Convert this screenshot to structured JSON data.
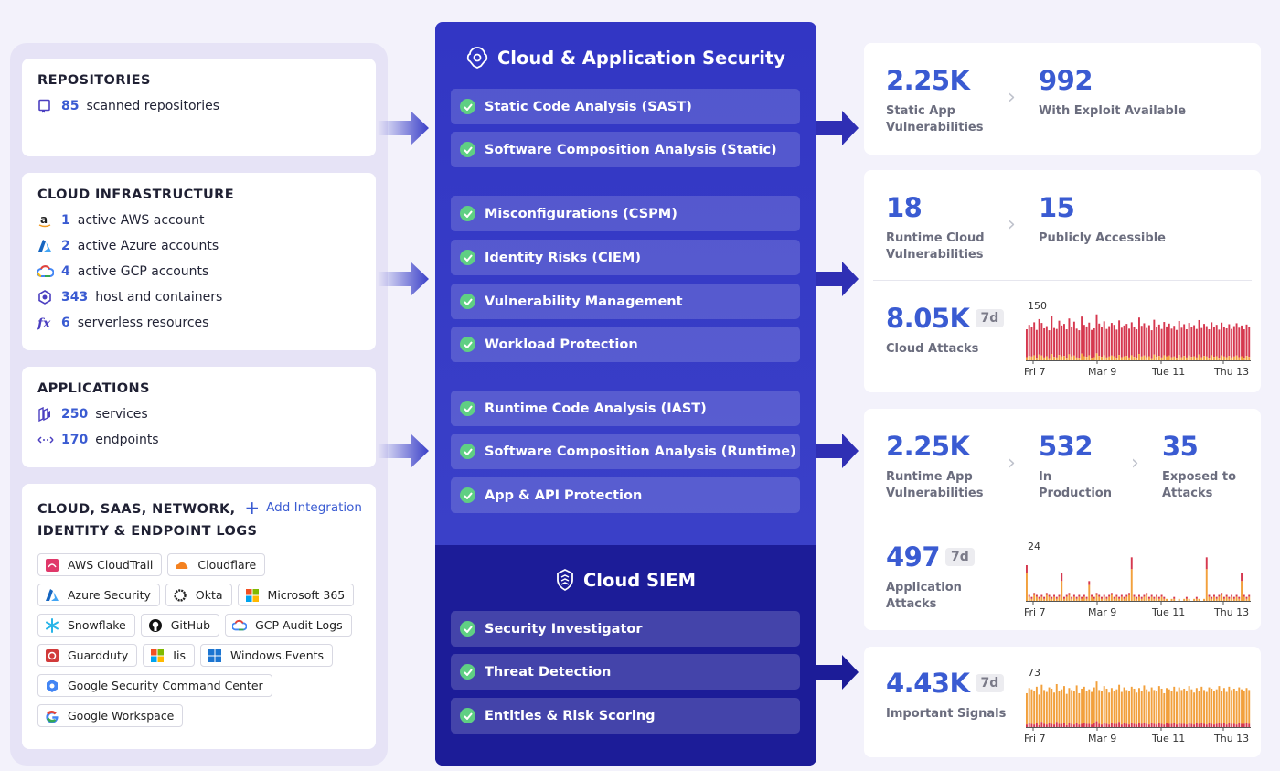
{
  "sources": {
    "repositories": {
      "title": "REPOSITORIES",
      "items": [
        {
          "icon": "repo-icon",
          "count": "85",
          "label": "scanned repositories"
        }
      ]
    },
    "cloud": {
      "title": "CLOUD INFRASTRUCTURE",
      "items": [
        {
          "icon": "aws-icon",
          "count": "1",
          "label": "active AWS account"
        },
        {
          "icon": "azure-icon",
          "count": "2",
          "label": "active Azure accounts"
        },
        {
          "icon": "gcp-icon",
          "count": "4",
          "label": "active GCP accounts"
        },
        {
          "icon": "container-icon",
          "count": "343",
          "label": "host and containers"
        },
        {
          "icon": "function-icon",
          "count": "6",
          "label": "serverless resources"
        }
      ]
    },
    "applications": {
      "title": "APPLICATIONS",
      "items": [
        {
          "icon": "services-icon",
          "count": "250",
          "label": "services"
        },
        {
          "icon": "endpoints-icon",
          "count": "170",
          "label": "endpoints"
        }
      ]
    },
    "logs": {
      "title_line1": "CLOUD, SAAS, NETWORK,",
      "title_line2": "IDENTITY & ENDPOINT LOGS",
      "add_label": "Add Integration",
      "chips": [
        "AWS CloudTrail",
        "Cloudflare",
        "Azure Security",
        "Okta",
        "Microsoft 365",
        "Snowflake",
        "GitHub",
        "GCP Audit Logs",
        "Guardduty",
        "Iis",
        "Windows.Events",
        "Google Security Command Center",
        "Google Workspace"
      ]
    }
  },
  "cas": {
    "title": "Cloud & Application Security",
    "features": [
      "Static Code Analysis (SAST)",
      "Software Composition Analysis (Static)",
      "Misconfigurations (CSPM)",
      "Identity Risks (CIEM)",
      "Vulnerability Management",
      "Workload Protection",
      "Runtime Code Analysis (IAST)",
      "Software Composition Analysis (Runtime)",
      "App & API Protection"
    ]
  },
  "siem": {
    "title": "Cloud SIEM",
    "features": [
      "Security Investigator",
      "Threat Detection",
      "Entities & Risk Scoring"
    ]
  },
  "metrics": {
    "static_app": {
      "value": "2.25K",
      "label_line1": "Static App",
      "label_line2": "Vulnerabilities"
    },
    "exploit": {
      "value": "992",
      "label": "With Exploit Available"
    },
    "runtime_cloud": {
      "value": "18",
      "label_line1": "Runtime Cloud",
      "label_line2": "Vulnerabilities"
    },
    "public": {
      "value": "15",
      "label": "Publicly Accessible"
    },
    "cloud_attacks": {
      "value": "8.05K",
      "badge": "7d",
      "label": "Cloud Attacks"
    },
    "runtime_app": {
      "value": "2.25K",
      "label_line1": "Runtime App",
      "label_line2": "Vulnerabilities"
    },
    "in_prod": {
      "value": "532",
      "label_line1": "In",
      "label_line2": "Production"
    },
    "exposed": {
      "value": "35",
      "label_line1": "Exposed to",
      "label_line2": "Attacks"
    },
    "app_attacks": {
      "value": "497",
      "badge": "7d",
      "label_line1": "Application",
      "label_line2": "Attacks"
    },
    "signals": {
      "value": "4.43K",
      "badge": "7d",
      "label": "Important Signals"
    }
  },
  "colors": {
    "accent": "#3a5bd2",
    "panel": "#3236c4",
    "siem": "#1c1c98",
    "check": "#5fcf83",
    "bar_red": "#d6384f",
    "bar_orange": "#f2a03c"
  },
  "chart_data": [
    {
      "type": "bar",
      "name": "cloud_attacks",
      "ymax_label": "150",
      "ymax": 150,
      "xticks": [
        "Fri 7",
        "Mar 9",
        "Tue 11",
        "Thu 13"
      ],
      "series": [
        {
          "values": [
            98,
            112,
            105,
            120,
            96,
            130,
            118,
            101,
            108,
            95,
            140,
            102,
            99,
            125,
            110,
            115,
            98,
            132,
            106,
            122,
            100,
            95,
            138,
            112,
            107,
            119,
            96,
            101,
            145,
            116,
            104,
            123,
            99,
            108,
            118,
            112,
            97,
            126,
            103,
            110,
            115,
            100,
            120,
            106,
            98,
            135,
            109,
            117,
            102,
            111,
            95,
            128,
            104,
            113,
            99,
            121,
            107,
            116,
            100,
            109,
            96,
            124,
            103,
            114,
            98,
            118,
            105,
            111,
            99,
            127,
            102,
            115,
            108,
            98,
            120,
            104,
            112,
            97,
            119,
            106,
            101,
            114,
            99,
            108,
            117,
            103,
            110,
            98,
            113,
            105
          ]
        },
        {
          "values": [
            10,
            14,
            12,
            16,
            8,
            18,
            15,
            9,
            13,
            7,
            20,
            11,
            9,
            17,
            12,
            14,
            8,
            19,
            12,
            15,
            9,
            8,
            21,
            13,
            11,
            16,
            8,
            10,
            22,
            14,
            11,
            16,
            9,
            12,
            15,
            13,
            8,
            17,
            10,
            12,
            14,
            9,
            16,
            11,
            8,
            20,
            12,
            15,
            10,
            13,
            7,
            18,
            11,
            14,
            9,
            16,
            12,
            15,
            10,
            12,
            8,
            17,
            10,
            14,
            9,
            15,
            11,
            13,
            9,
            18,
            10,
            14,
            12,
            8,
            16,
            11,
            13,
            8,
            15,
            12,
            10,
            14,
            9,
            12,
            15,
            10,
            13,
            8,
            14,
            11
          ]
        }
      ]
    },
    {
      "type": "bar",
      "name": "application_attacks",
      "ymax_label": "24",
      "ymax": 24,
      "xticks": [
        "Fri 7",
        "Mar 9",
        "Tue 11",
        "Thu 13"
      ],
      "series": [
        {
          "values": [
            18,
            3,
            2,
            4,
            3,
            2,
            3,
            2,
            4,
            3,
            2,
            3,
            2,
            3,
            14,
            2,
            3,
            4,
            2,
            3,
            2,
            3,
            2,
            3,
            2,
            10,
            3,
            2,
            4,
            3,
            2,
            3,
            2,
            3,
            4,
            2,
            3,
            2,
            3,
            2,
            3,
            4,
            22,
            3,
            2,
            3,
            2,
            3,
            4,
            2,
            3,
            2,
            3,
            2,
            3,
            2,
            1,
            0,
            1,
            2,
            0,
            1,
            0,
            1,
            2,
            1,
            0,
            1,
            2,
            1,
            0,
            1,
            22,
            3,
            2,
            3,
            2,
            3,
            4,
            2,
            3,
            2,
            3,
            2,
            3,
            2,
            14,
            3,
            2,
            3
          ]
        },
        {
          "values": [
            14,
            2,
            1,
            3,
            2,
            1,
            2,
            1,
            3,
            2,
            1,
            2,
            1,
            2,
            10,
            1,
            2,
            3,
            1,
            2,
            1,
            2,
            1,
            2,
            1,
            8,
            2,
            1,
            3,
            2,
            1,
            2,
            1,
            2,
            3,
            1,
            2,
            1,
            2,
            1,
            2,
            3,
            16,
            2,
            1,
            2,
            1,
            2,
            3,
            1,
            2,
            1,
            2,
            1,
            2,
            1,
            1,
            0,
            1,
            1,
            0,
            1,
            0,
            1,
            1,
            1,
            0,
            1,
            1,
            1,
            0,
            1,
            16,
            2,
            1,
            2,
            1,
            2,
            3,
            1,
            2,
            1,
            2,
            1,
            2,
            1,
            10,
            2,
            1,
            2
          ]
        }
      ]
    },
    {
      "type": "bar",
      "name": "important_signals",
      "ymax_label": "73",
      "ymax": 73,
      "xticks": [
        "Fri 7",
        "Mar 9",
        "Tue 11",
        "Thu 13"
      ],
      "series": [
        {
          "values": [
            52,
            60,
            58,
            55,
            62,
            50,
            65,
            57,
            54,
            61,
            59,
            53,
            66,
            56,
            58,
            63,
            51,
            60,
            57,
            55,
            64,
            52,
            59,
            62,
            56,
            58,
            54,
            61,
            70,
            57,
            55,
            63,
            59,
            53,
            60,
            56,
            58,
            65,
            54,
            61,
            57,
            55,
            62,
            59,
            53,
            60,
            56,
            64,
            58,
            54,
            61,
            57,
            55,
            63,
            59,
            52,
            60,
            58,
            56,
            62,
            54,
            61,
            57,
            59,
            55,
            63,
            58,
            53,
            60,
            56,
            62,
            57,
            54,
            61,
            59,
            55,
            58,
            63,
            56,
            60,
            54,
            62,
            57,
            59,
            55,
            61,
            58,
            56,
            60,
            57
          ]
        },
        {
          "values": [
            4,
            6,
            5,
            4,
            7,
            3,
            8,
            5,
            4,
            6,
            5,
            4,
            8,
            5,
            5,
            7,
            3,
            6,
            5,
            4,
            7,
            4,
            5,
            7,
            5,
            5,
            4,
            6,
            9,
            5,
            4,
            7,
            5,
            4,
            6,
            5,
            5,
            8,
            4,
            6,
            5,
            4,
            7,
            5,
            4,
            6,
            5,
            7,
            5,
            4,
            6,
            5,
            4,
            7,
            5,
            4,
            6,
            5,
            5,
            7,
            4,
            6,
            5,
            5,
            4,
            7,
            5,
            4,
            6,
            5,
            7,
            5,
            4,
            6,
            5,
            4,
            5,
            7,
            5,
            6,
            4,
            7,
            5,
            5,
            4,
            6,
            5,
            5,
            6,
            5
          ]
        }
      ]
    }
  ]
}
